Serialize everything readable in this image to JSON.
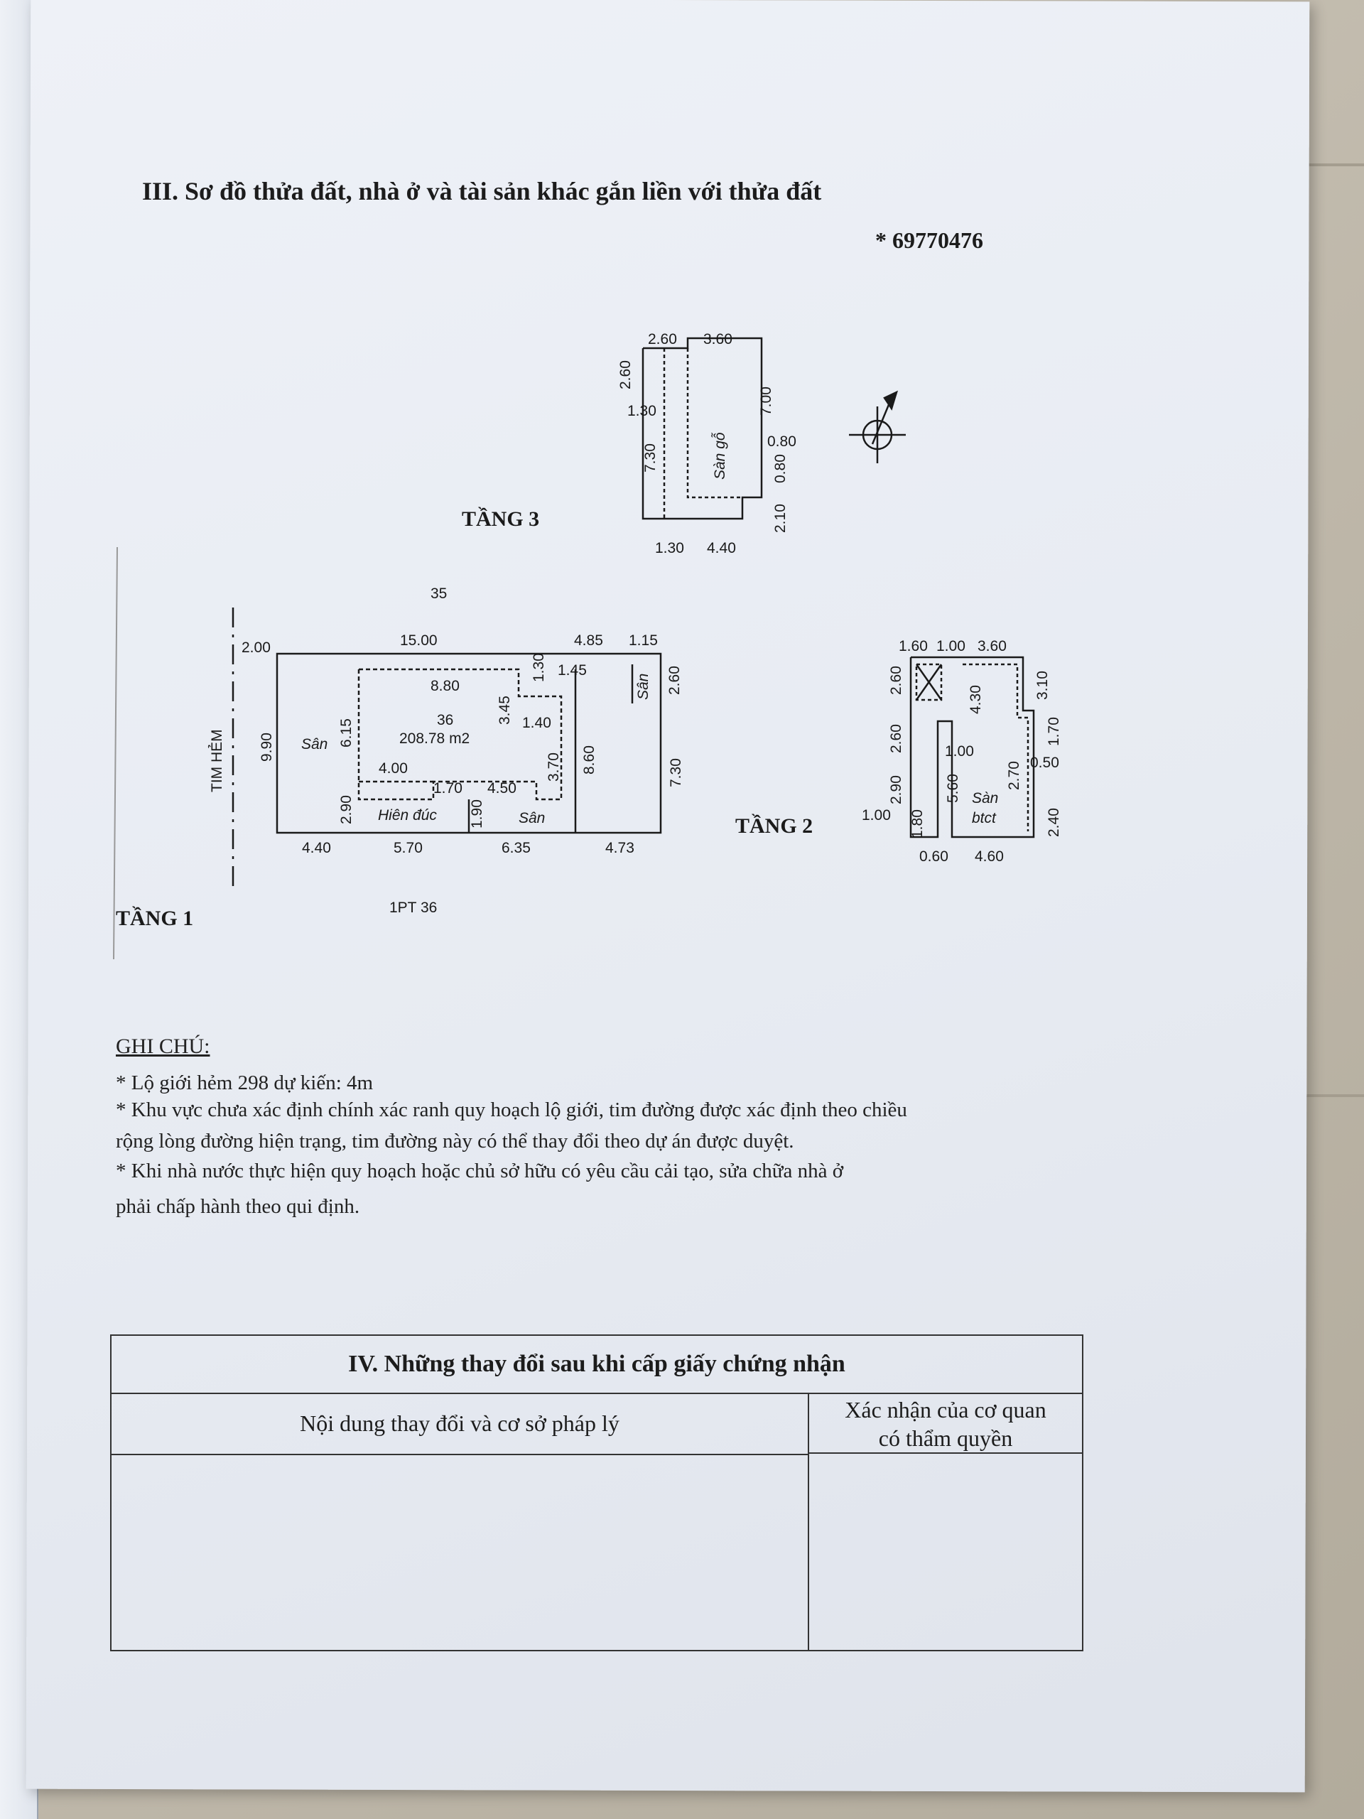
{
  "section3": {
    "title": "III. Sơ đồ thửa đất, nhà ở và tài sản khác gắn liền với thửa đất",
    "serial": "* 69770476"
  },
  "diagram": {
    "tang3": {
      "label": "TẦNG 3",
      "dims": [
        "2.60",
        "3.60",
        "2.60",
        "1.30",
        "7.30",
        "7.00",
        "0.80",
        "0.80",
        "2.10",
        "1.30",
        "4.40"
      ],
      "room": "Sàn gỗ"
    },
    "tang1": {
      "label": "TẦNG 1",
      "parcel_top": "35",
      "parcel_bottom": "1PT 36",
      "street": "TIM HẺM",
      "parcel_no": "36",
      "area": "208.78 m2",
      "dims": [
        "2.00",
        "15.00",
        "4.85",
        "1.15",
        "9.90",
        "6.15",
        "8.80",
        "3.45",
        "1.30",
        "1.45",
        "1.40",
        "2.60",
        "3.70",
        "8.60",
        "7.30",
        "4.00",
        "1.70",
        "4.50",
        "2.90",
        "1.90",
        "4.40",
        "5.70",
        "6.35",
        "4.73"
      ],
      "rooms": [
        "Sân",
        "Hiên đúc",
        "Sân",
        "Sân"
      ]
    },
    "tang2": {
      "label": "TẦNG 2",
      "dims": [
        "1.60",
        "1.00",
        "3.60",
        "2.60",
        "2.60",
        "4.30",
        "3.10",
        "1.70",
        "1.00",
        "0.50",
        "2.90",
        "5.60",
        "2.70",
        "1.00",
        "1.80",
        "2.40",
        "0.60",
        "4.60"
      ],
      "rooms": [
        "Sàn",
        "btct"
      ]
    }
  },
  "notes": {
    "title": "GHI CHÚ:",
    "lines": [
      "* Lộ giới hẻm 298 dự kiến: 4m",
      "* Khu vực chưa xác định chính xác ranh quy hoạch lộ giới, tim  đường được xác định theo chiều",
      "rộng lòng đường hiện trạng, tim đường này có thể thay đổi theo dự án được duyệt.",
      "* Khi nhà nước thực hiện quy hoạch hoặc chủ sở hữu có yêu cầu cải tạo, sửa chữa nhà ở",
      "phải chấp hành theo qui  định."
    ]
  },
  "section4": {
    "title": "IV. Những thay đổi sau khi cấp giấy chứng nhận",
    "col1": "Nội dung thay đổi và cơ sở pháp lý",
    "col2_line1": "Xác nhận của cơ quan",
    "col2_line2": "có thẩm quyền"
  }
}
